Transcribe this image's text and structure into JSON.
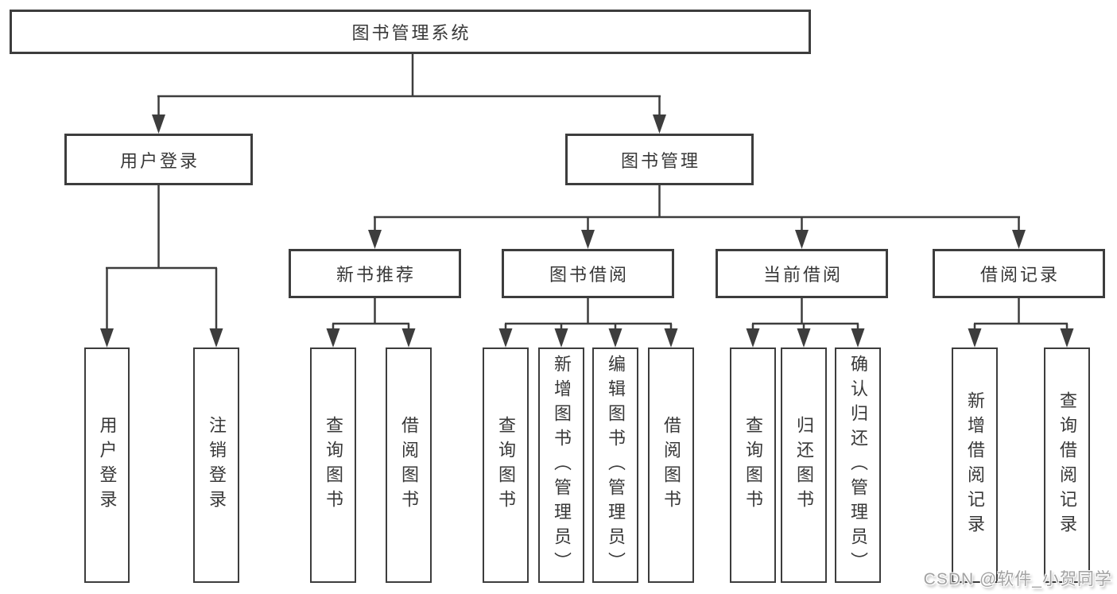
{
  "colors": {
    "line": "#3d3d3d",
    "box_border": "#3d3d3d",
    "text": "#383838",
    "background": "#ffffff",
    "watermark": "#a2a2a2"
  },
  "watermark": {
    "text": "CSDN @软件_小贺同学"
  },
  "tree": {
    "root": {
      "label": "图书管理系统",
      "children": [
        {
          "label": "用户登录",
          "children": [
            {
              "label": "用户登录"
            },
            {
              "label": "注销登录"
            }
          ]
        },
        {
          "label": "图书管理",
          "children": [
            {
              "label": "新书推荐",
              "children": [
                {
                  "label": "查询图书"
                },
                {
                  "label": "借阅图书"
                }
              ]
            },
            {
              "label": "图书借阅",
              "children": [
                {
                  "label": "查询图书"
                },
                {
                  "label": "新增图书（管理员）"
                },
                {
                  "label": "编辑图书（管理员）"
                },
                {
                  "label": "借阅图书"
                }
              ]
            },
            {
              "label": "当前借阅",
              "children": [
                {
                  "label": "查询图书"
                },
                {
                  "label": "归还图书"
                },
                {
                  "label": "确认归还（管理员）"
                }
              ]
            },
            {
              "label": "借阅记录",
              "children": [
                {
                  "label": "新增借阅记录"
                },
                {
                  "label": "查询借阅记录"
                }
              ]
            }
          ]
        }
      ]
    }
  }
}
